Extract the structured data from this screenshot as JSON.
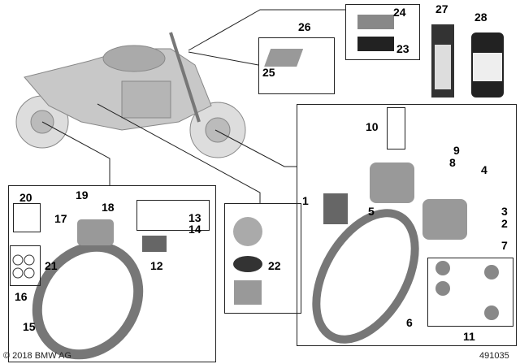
{
  "labels": {
    "l1": "1",
    "l2": "2",
    "l3": "3",
    "l4": "4",
    "l5": "5",
    "l6": "6",
    "l7": "7",
    "l8": "8",
    "l9": "9",
    "l10": "10",
    "l11": "11",
    "l12": "12",
    "l13": "13",
    "l14": "14",
    "l15": "15",
    "l16": "16",
    "l17": "17",
    "l18": "18",
    "l19": "19",
    "l20": "20",
    "l21": "21",
    "l22": "22",
    "l23": "23",
    "l24": "24",
    "l25": "25",
    "l26": "26",
    "l27": "27",
    "l28": "28"
  },
  "footer": {
    "copyright": "© 2018 BMW AG",
    "diagram_number": "491035"
  }
}
